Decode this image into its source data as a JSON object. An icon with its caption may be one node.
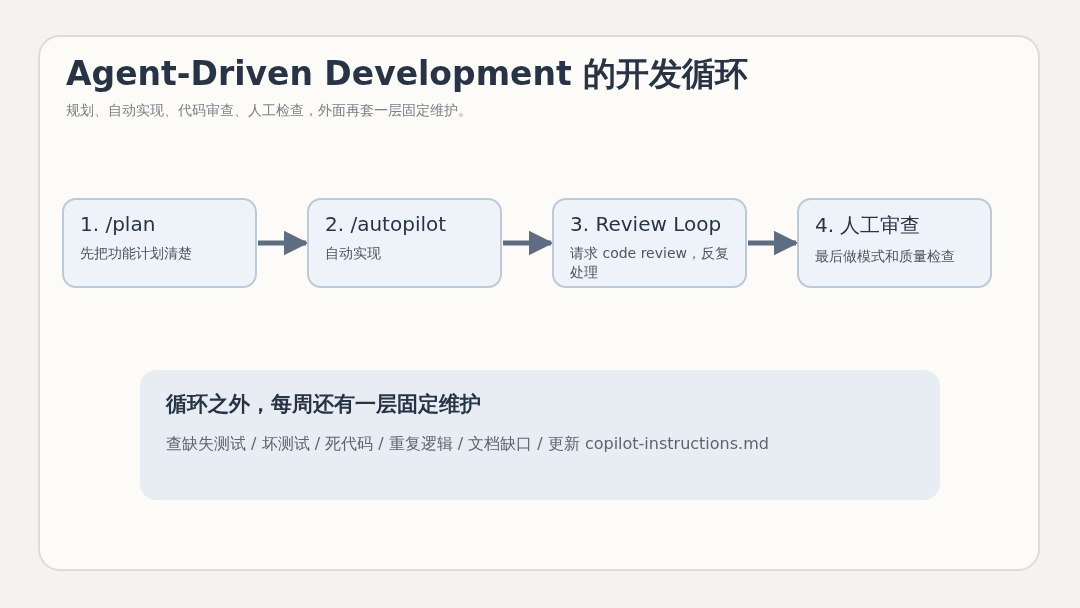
{
  "diagram": {
    "title": "Agent-Driven Development 的开发循环",
    "nodes": [
      {
        "text": [
          "1. /plan",
          "先把功能计划清楚"
        ]
      },
      {
        "text": [
          "2. /autopilot",
          "自动实现"
        ]
      },
      {
        "text": [
          "3. Review Loop",
          "请求 code review，反复处理"
        ]
      },
      {
        "text": [
          "4. 人工审查",
          "最后做模式和质量检查"
        ]
      },
      {
        "text": [
          "循环之外，每周还有一层固定维护",
          "查缺失测试 / 坏测试 / 死代码 / 重复逻辑 / 文档缺口 / 更新 copilot-instructions.md"
        ]
      }
    ],
    "edges": [
      {
        "from": 0,
        "to": 1,
        "arrow": "to"
      },
      {
        "from": 1,
        "to": 2,
        "arrow": "to"
      },
      {
        "from": 2,
        "to": 3,
        "arrow": "to"
      }
    ],
    "labels": [
      "规划、自动实现、代码审查、人工检查，外面再套一层固定维护。"
    ]
  }
}
